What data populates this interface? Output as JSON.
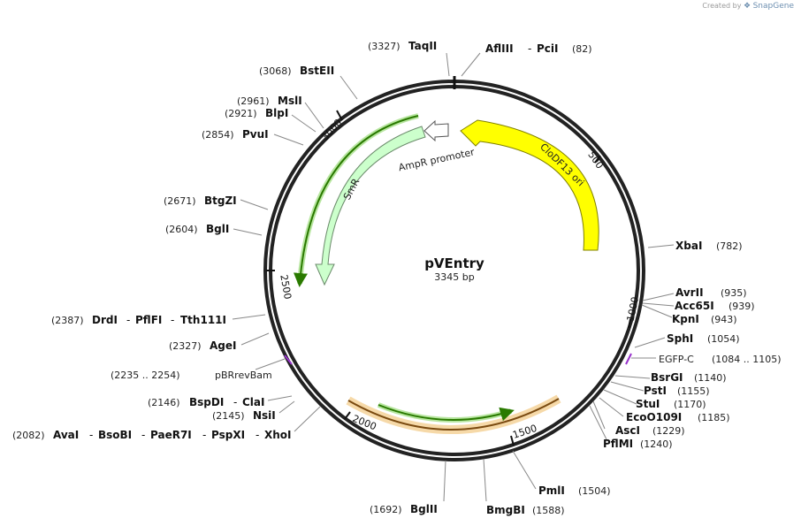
{
  "watermark": {
    "created_by": "Created by",
    "brand": "SnapGene"
  },
  "plasmid": {
    "name": "pVEntry",
    "length_label": "3345 bp",
    "length": 3345
  },
  "tick_labels": [
    "500",
    "1000",
    "1500",
    "2000",
    "2500",
    "3000"
  ],
  "features": [
    {
      "label": "CloDF13 ori",
      "color": "#ffff00"
    },
    {
      "label": "AmpR promoter",
      "color": "#ffffff"
    },
    {
      "label": "SmR",
      "color": "#ccffcc"
    }
  ],
  "primer_features": [
    {
      "name": "EGFP-C",
      "range": "(1084 .. 1105)",
      "color": "#9933cc"
    },
    {
      "name": "pBRrevBam",
      "range": "(2235 .. 2254)",
      "color": "#9933cc"
    }
  ],
  "enzymes": [
    {
      "pos": "(3327)",
      "names": [
        "TaqII"
      ]
    },
    {
      "pos": "(82)",
      "names": [
        "AflIII",
        "PciI"
      ]
    },
    {
      "pos": "(3068)",
      "names": [
        "BstEII"
      ]
    },
    {
      "pos": "(2961)",
      "names": [
        "MslI"
      ]
    },
    {
      "pos": "(2921)",
      "names": [
        "BlpI"
      ]
    },
    {
      "pos": "(2854)",
      "names": [
        "PvuI"
      ]
    },
    {
      "pos": "(2671)",
      "names": [
        "BtgZI"
      ]
    },
    {
      "pos": "(2604)",
      "names": [
        "BglI"
      ]
    },
    {
      "pos": "(2387)",
      "names": [
        "DrdI",
        "PflFI",
        "Tth111I"
      ]
    },
    {
      "pos": "(2327)",
      "names": [
        "AgeI"
      ]
    },
    {
      "pos": "(2146)",
      "names": [
        "BspDI",
        "ClaI"
      ]
    },
    {
      "pos": "(2145)",
      "names": [
        "NsiI"
      ]
    },
    {
      "pos": "(2082)",
      "names": [
        "AvaI",
        "BsoBI",
        "PaeR7I",
        "PspXI",
        "XhoI"
      ]
    },
    {
      "pos": "(1692)",
      "names": [
        "BglII"
      ]
    },
    {
      "pos": "(1588)",
      "names": [
        "BmgBI"
      ]
    },
    {
      "pos": "(1504)",
      "names": [
        "PmlI"
      ]
    },
    {
      "pos": "(1240)",
      "names": [
        "PflMI"
      ]
    },
    {
      "pos": "(1229)",
      "names": [
        "AscI"
      ]
    },
    {
      "pos": "(1185)",
      "names": [
        "EcoO109I"
      ]
    },
    {
      "pos": "(1170)",
      "names": [
        "StuI"
      ]
    },
    {
      "pos": "(1155)",
      "names": [
        "PstI"
      ]
    },
    {
      "pos": "(1140)",
      "names": [
        "BsrGI"
      ]
    },
    {
      "pos": "(1054)",
      "names": [
        "SphI"
      ]
    },
    {
      "pos": "(943)",
      "names": [
        "KpnI"
      ]
    },
    {
      "pos": "(939)",
      "names": [
        "Acc65I"
      ]
    },
    {
      "pos": "(935)",
      "names": [
        "AvrII"
      ]
    },
    {
      "pos": "(782)",
      "names": [
        "XbaI"
      ]
    }
  ]
}
